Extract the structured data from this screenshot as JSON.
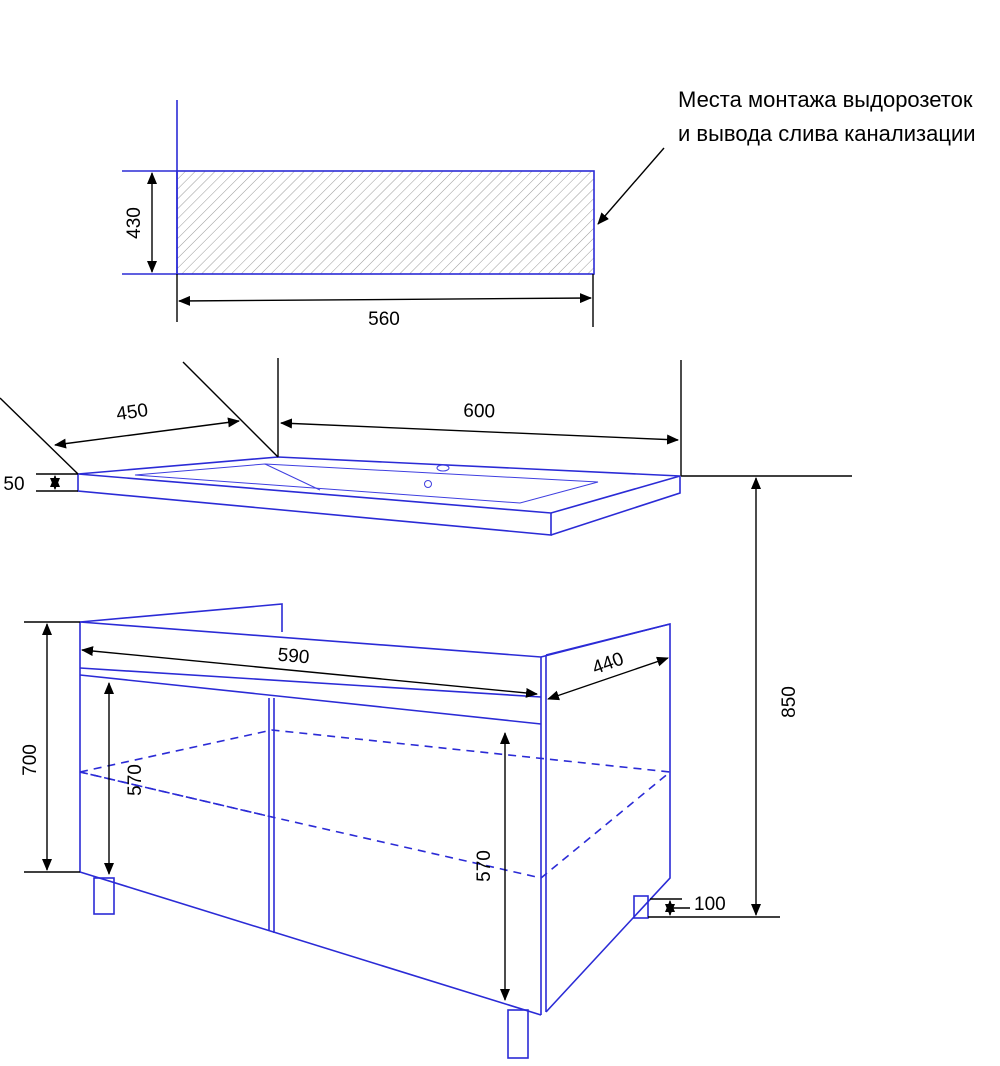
{
  "note": {
    "line1": "Места монтажа выдорозеток",
    "line2": "и вывода слива канализации"
  },
  "mounting_zone": {
    "height": "430",
    "width": "560"
  },
  "sink": {
    "depth": "450",
    "width": "600",
    "thickness": "50"
  },
  "cabinet": {
    "width": "590",
    "depth": "440",
    "height": "700",
    "door_height_left": "570",
    "door_height_right": "570",
    "total_height": "850",
    "leg_height": "100"
  },
  "colors": {
    "outline": "#2b2bd6",
    "dimension": "#000000",
    "hatch": "#9a9a9a"
  }
}
